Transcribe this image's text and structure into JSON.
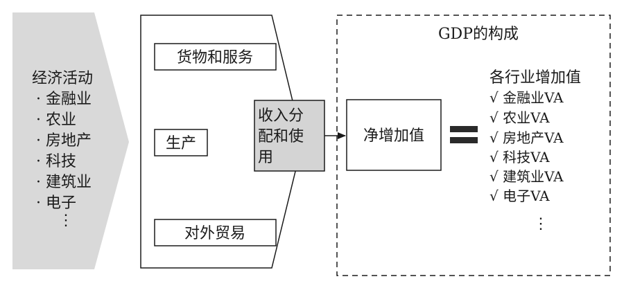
{
  "economic_activity": {
    "title": "经济活动",
    "items": [
      "· 金融业",
      "· 农业",
      "· 房地产",
      "· 科技",
      "· 建筑业",
      "· 电子"
    ],
    "ellipsis": "⋮"
  },
  "flows": {
    "goods_services": "货物和服务",
    "production": "生产",
    "foreign_trade": "对外贸易"
  },
  "distribution": {
    "line1": "收入分",
    "line2": "配和使",
    "line3": "用"
  },
  "gdp": {
    "title": "GDP的构成",
    "net_value_added": "净增加值",
    "industries_title": "各行业增加值",
    "industries": [
      "√ 金融业VA",
      "√ 农业VA",
      "√ 房地产VA",
      "√ 科技VA",
      "√ 建筑业VA",
      "√ 电子VA"
    ],
    "ellipsis": "⋮"
  },
  "colors": {
    "arrow_fill": "#d9d9d9",
    "distribution_fill": "#d4d4d4",
    "stroke": "#1a1a1a"
  }
}
